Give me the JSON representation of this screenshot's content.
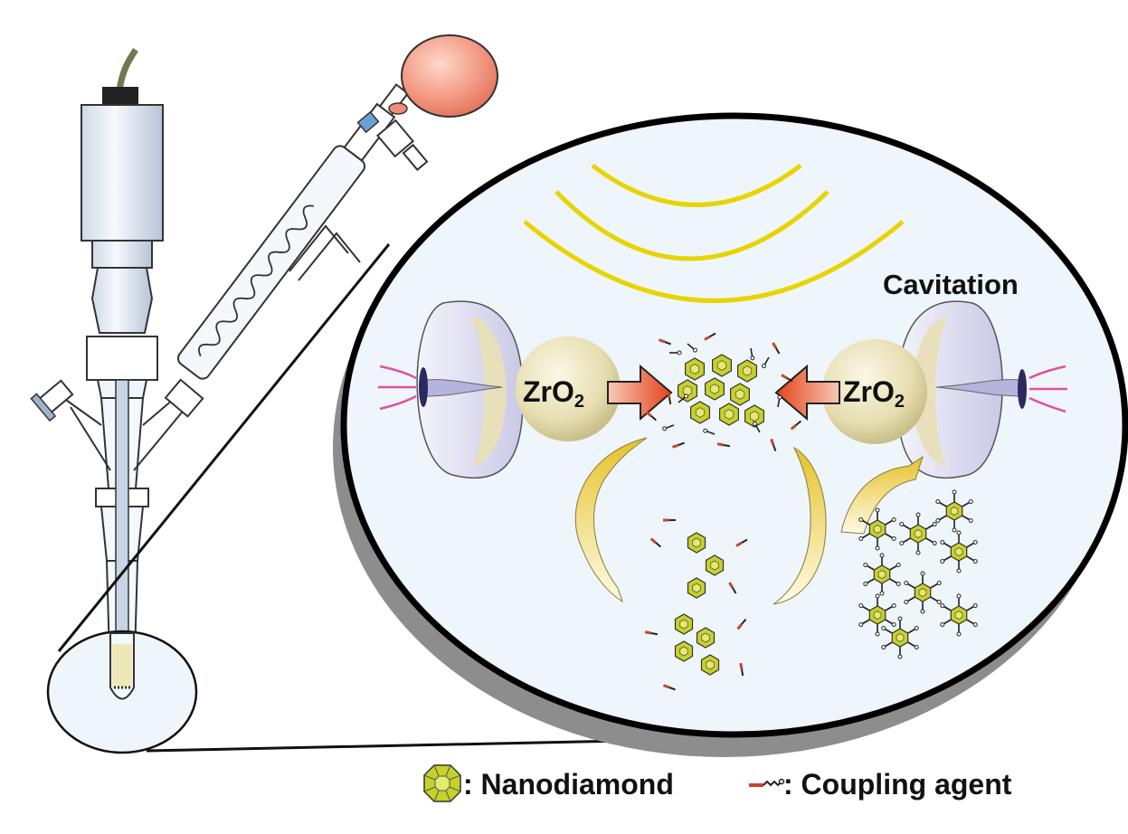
{
  "labels": {
    "cavitation": "Cavitation",
    "zro2_left": "ZrO",
    "zro2_right": "ZrO",
    "zro2_subscript": "2"
  },
  "legend": {
    "nanodiamond": ": Nanodiamond",
    "coupling_agent": ": Coupling agent"
  },
  "icons": {
    "nanodiamond": "nanodiamond-icon",
    "coupling_agent": "coupling-agent-icon"
  },
  "colors": {
    "nanodiamond": "#c8d12a",
    "sound_wave": "#e8d400",
    "arrow": "#e8502a",
    "balloon": "#f08c78",
    "zro2_sphere": "#e9e2b8",
    "medium": "#eef6fb"
  }
}
